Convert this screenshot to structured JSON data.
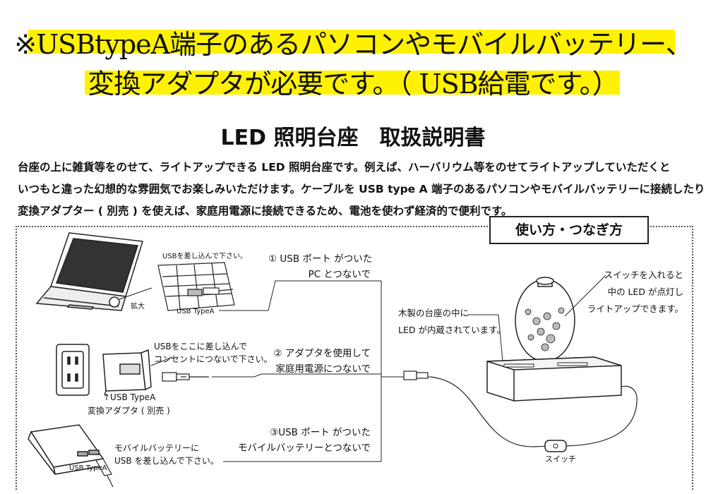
{
  "banner": {
    "line1": "※USBtypeA端子のあるパソコンやモバイルバッテリー、",
    "line2": "変換アダプタが必要です。（ USB給電です。）",
    "highlight_color": "#fff200"
  },
  "title": "LED 照明台座　取扱説明書",
  "intro": [
    "台座の上に雑貨等をのせて、ライトアップできる LED 照明台座です。例えば、ハーバリウム等をのせてライトアップしていただくと",
    "いつもと違った幻想的な雰囲気でお楽しみいただけます。ケーブルを USB type A 端子のあるパソコンやモバイルバッテリーに接続したり",
    "変換アダプター ( 別売 ) を使えば、家庭用電源に接続できるため、電池を使わず経済的で便利です。"
  ],
  "section_label": "使い方・つなぎ方",
  "laptop": {
    "usb_note": "USBを差し込んで下さい。",
    "zoom_label": "拡大",
    "usb_type": "USB TypeA"
  },
  "step1": [
    "① USB ポート がついた",
    "PC とつないで"
  ],
  "adapter": {
    "note": [
      "USBをここに差し込んで",
      "コンセントにつないで下さい。"
    ],
    "caption": [
      "↑USB TypeA",
      "変換アダプタ ( 別売 )"
    ]
  },
  "step2": [
    "② アダプタを使用して",
    "家庭用電源につないで"
  ],
  "battery": {
    "usb_type": "USB TypeA",
    "note": [
      "モバイルバッテリーに",
      "USB を差し込んで下さい。"
    ]
  },
  "step3": [
    "③USB ポート がついた",
    "モバイルバッテリーとつないで"
  ],
  "lamp": {
    "base_note": [
      "木製の台座の中に",
      "LED が内蔵されています。"
    ],
    "switch_note": [
      "スイッチを入れると",
      "中の LED が点灯し",
      "ライトアップできます。"
    ],
    "switch_label": "スイッチ"
  }
}
